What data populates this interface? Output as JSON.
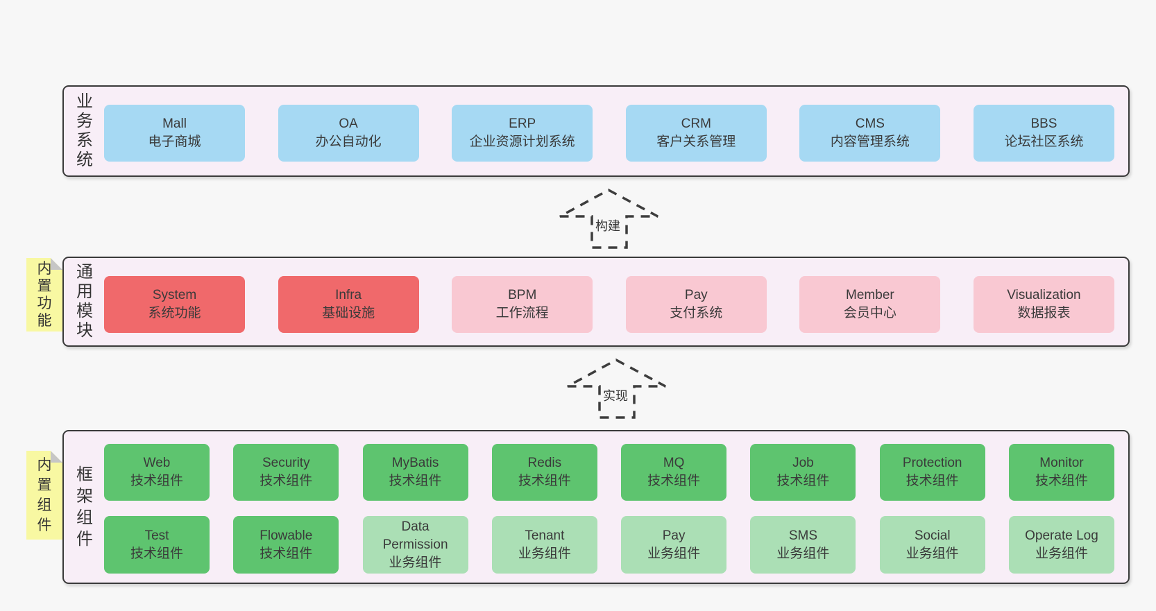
{
  "colors": {
    "page_bg": "#f7f7f7",
    "band_bg": "#f8eef7",
    "band_border": "#3a3a3a",
    "blue": "#a6d9f3",
    "red": "#f0696b",
    "pink": "#f9c8d2",
    "green": "#5ec46f",
    "green_light": "#abdfb5",
    "sticky_yellow": "#f8f8a2",
    "sticky_fold": "#c6c6c6",
    "text": "#3a3a3a"
  },
  "arrows": [
    {
      "id": "build",
      "label": "构建"
    },
    {
      "id": "implement",
      "label": "实现"
    }
  ],
  "sections": [
    {
      "id": "business-systems",
      "side_label": "业务系统",
      "sticky_note": null,
      "rows": [
        [
          {
            "en": "Mall",
            "zh": "电子商城",
            "variant": "blue"
          },
          {
            "en": "OA",
            "zh": "办公自动化",
            "variant": "blue"
          },
          {
            "en": "ERP",
            "zh": "企业资源计划系统",
            "variant": "blue"
          },
          {
            "en": "CRM",
            "zh": "客户关系管理",
            "variant": "blue"
          },
          {
            "en": "CMS",
            "zh": "内容管理系统",
            "variant": "blue"
          },
          {
            "en": "BBS",
            "zh": "论坛社区系统",
            "variant": "blue"
          }
        ]
      ]
    },
    {
      "id": "common-modules",
      "side_label": "通用模块",
      "sticky_note": "内置功能",
      "rows": [
        [
          {
            "en": "System",
            "zh": "系统功能",
            "variant": "red"
          },
          {
            "en": "Infra",
            "zh": "基础设施",
            "variant": "red"
          },
          {
            "en": "BPM",
            "zh": "工作流程",
            "variant": "pink"
          },
          {
            "en": "Pay",
            "zh": "支付系统",
            "variant": "pink"
          },
          {
            "en": "Member",
            "zh": "会员中心",
            "variant": "pink"
          },
          {
            "en": "Visualization",
            "zh": "数据报表",
            "variant": "pink"
          }
        ]
      ]
    },
    {
      "id": "framework-components",
      "side_label": "框架组件",
      "sticky_note": "内置组件",
      "rows": [
        [
          {
            "en": "Web",
            "zh": "技术组件",
            "variant": "green"
          },
          {
            "en": "Security",
            "zh": "技术组件",
            "variant": "green"
          },
          {
            "en": "MyBatis",
            "zh": "技术组件",
            "variant": "green"
          },
          {
            "en": "Redis",
            "zh": "技术组件",
            "variant": "green"
          },
          {
            "en": "MQ",
            "zh": "技术组件",
            "variant": "green"
          },
          {
            "en": "Job",
            "zh": "技术组件",
            "variant": "green"
          },
          {
            "en": "Protection",
            "zh": "技术组件",
            "variant": "green"
          },
          {
            "en": "Monitor",
            "zh": "技术组件",
            "variant": "green"
          }
        ],
        [
          {
            "en": "Test",
            "zh": "技术组件",
            "variant": "green"
          },
          {
            "en": "Flowable",
            "zh": "技术组件",
            "variant": "green"
          },
          {
            "en": "Data Permission",
            "zh": "业务组件",
            "variant": "green-light"
          },
          {
            "en": "Tenant",
            "zh": "业务组件",
            "variant": "green-light"
          },
          {
            "en": "Pay",
            "zh": "业务组件",
            "variant": "green-light"
          },
          {
            "en": "SMS",
            "zh": "业务组件",
            "variant": "green-light"
          },
          {
            "en": "Social",
            "zh": "业务组件",
            "variant": "green-light"
          },
          {
            "en": "Operate Log",
            "zh": "业务组件",
            "variant": "green-light"
          }
        ]
      ]
    }
  ]
}
